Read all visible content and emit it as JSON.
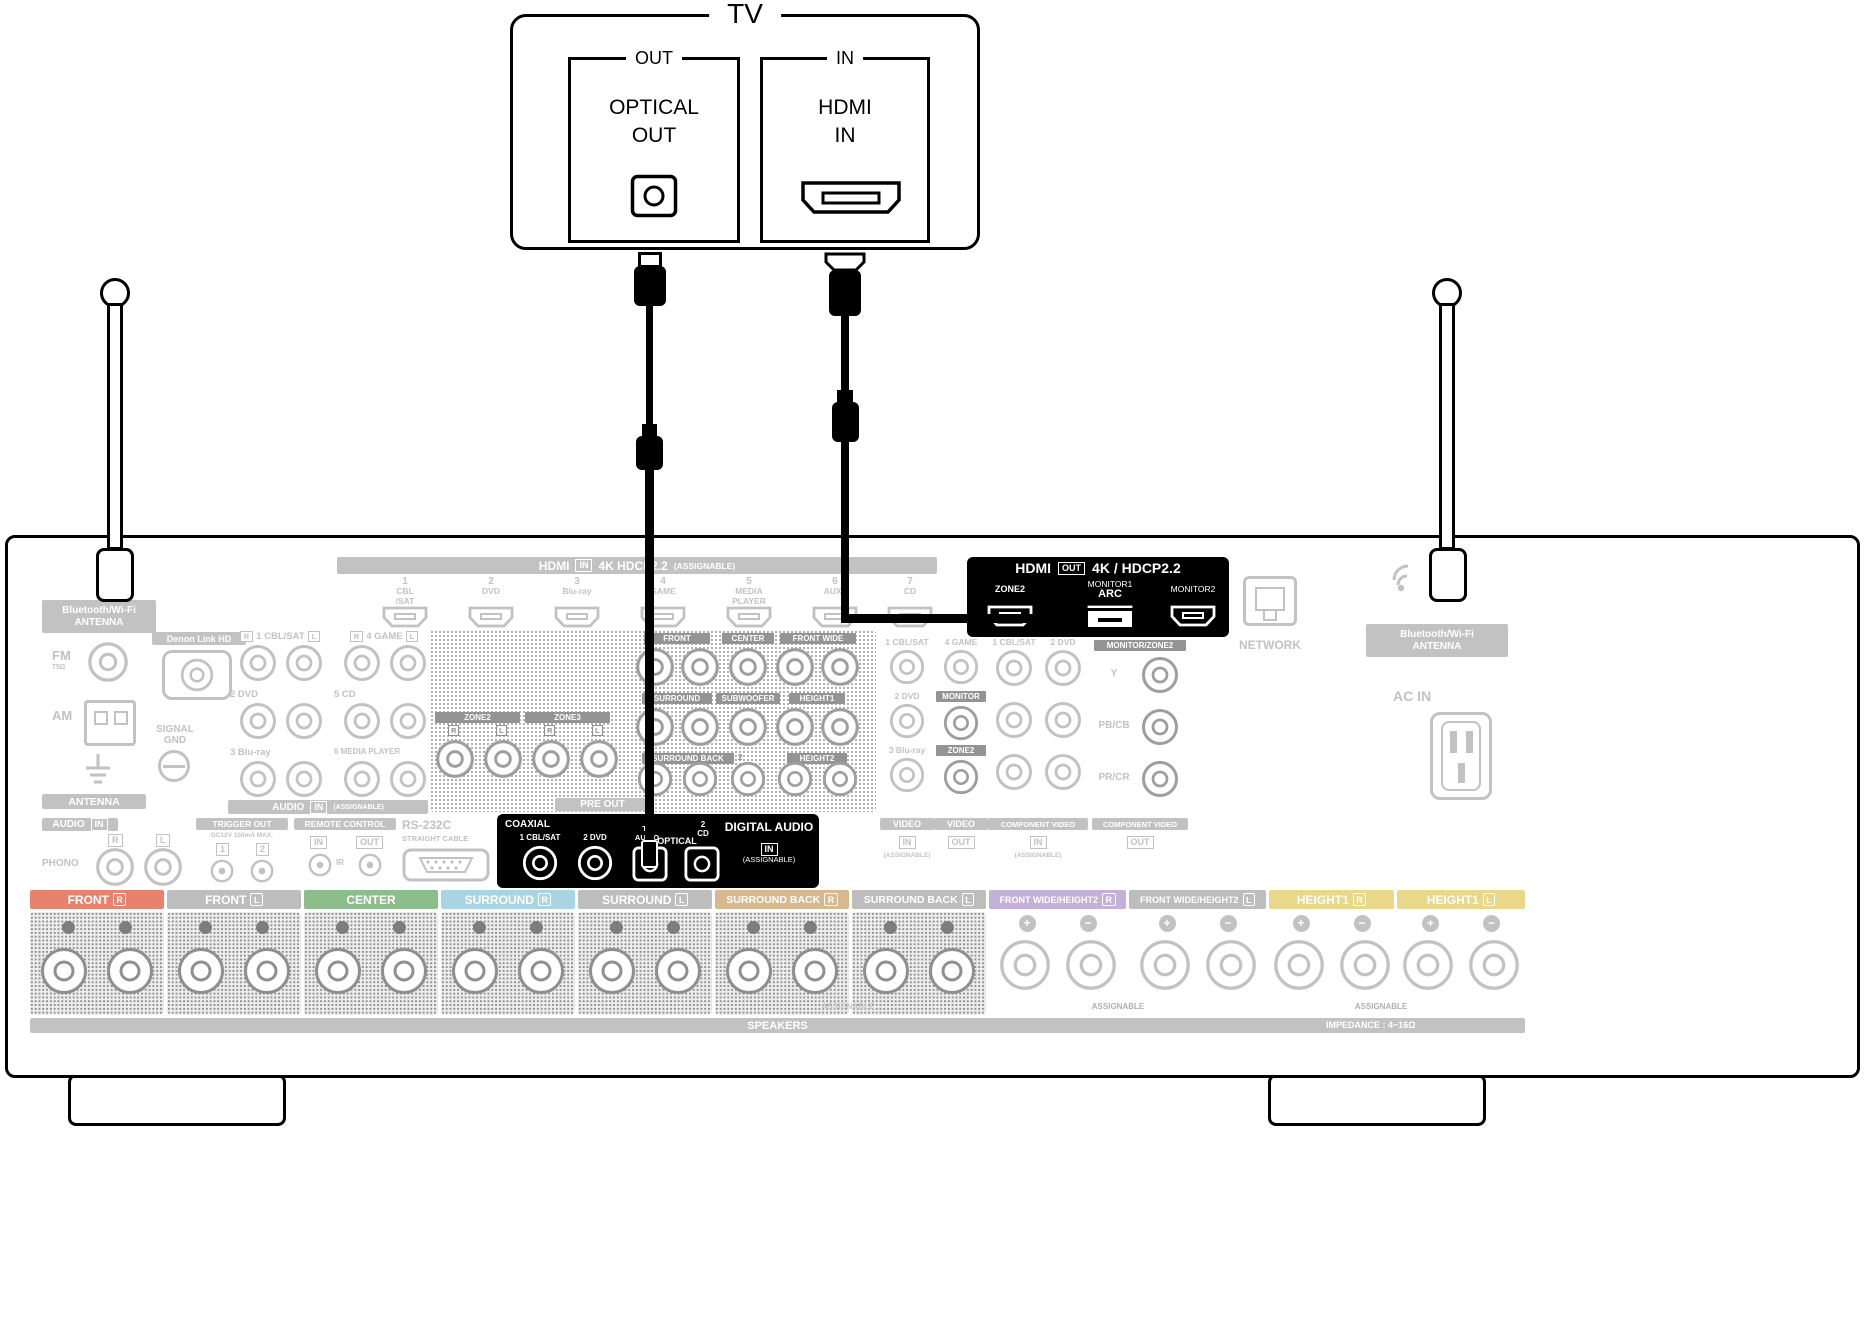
{
  "chips": {
    "r": "R",
    "l": "L",
    "in": "IN",
    "out": "OUT",
    "one": "1",
    "two": "2"
  },
  "tv": {
    "title": "TV",
    "optical": {
      "group": "OUT",
      "line1": "OPTICAL",
      "line2": "OUT"
    },
    "hdmi": {
      "group": "IN",
      "line1": "HDMI",
      "line2": "IN"
    }
  },
  "receiver": {
    "bt_left": "Bluetooth/Wi-Fi\nANTENNA",
    "bt_right": "Bluetooth/Wi-Fi\nANTENNA",
    "network": "NETWORK",
    "ac_in": "AC IN",
    "fm": "FM",
    "fm_ohm": "75Ω",
    "am": "AM",
    "signal_gnd": "SIGNAL\nGND",
    "antenna_badge": "ANTENNA",
    "denon_link": "Denon Link HD",
    "hdmi_in": {
      "title": "HDMI",
      "spec": "4K HDCP2.2",
      "assignable": "(ASSIGNABLE)",
      "ports": [
        {
          "num": "1",
          "name": "CBL\n/SAT"
        },
        {
          "num": "2",
          "name": "DVD"
        },
        {
          "num": "3",
          "name": "Blu-ray"
        },
        {
          "num": "4",
          "name": "GAME"
        },
        {
          "num": "5",
          "name": "MEDIA\nPLAYER"
        },
        {
          "num": "6",
          "name": "AUX2"
        },
        {
          "num": "7",
          "name": "CD"
        }
      ]
    },
    "hdmi_out": {
      "title": "HDMI",
      "spec": "4K / HDCP2.2",
      "zone2": "ZONE2",
      "monitor1": "MONITOR1",
      "arc": "ARC",
      "monitor2": "MONITOR2"
    },
    "audio_grid": {
      "col1": "1 CBL/SAT",
      "col2": "4 GAME",
      "r2c1": "2 DVD",
      "r2c2": "5 CD",
      "r3c1": "3 Blu-ray",
      "r3c2": "6 MEDIA PLAYER",
      "footer": "AUDIO",
      "assignable": "(ASSIGNABLE)"
    },
    "pre_out": {
      "front": "FRONT",
      "center": "CENTER",
      "front_wide": "FRONT WIDE",
      "surround": "SURROUND",
      "subwoofer": "SUBWOOFER",
      "height1": "HEIGHT1",
      "surround_back": "SURROUND BACK",
      "height2": "HEIGHT2",
      "zone2": "ZONE2",
      "zone3": "ZONE3",
      "footer": "PRE OUT"
    },
    "video": {
      "label": "VIDEO",
      "in1": "1 CBL/SAT",
      "in2": "2 DVD",
      "in3": "3 Blu-ray",
      "in4": "4 GAME",
      "monitor": "MONITOR",
      "zone2": "ZONE2",
      "assignable": "(ASSIGNABLE)"
    },
    "component": {
      "label": "COMPONENT VIDEO",
      "in1": "1 CBL/SAT",
      "in2": "2 DVD",
      "monitor_zone2": "MONITOR/ZONE2",
      "y": "Y",
      "pb": "PB/CB",
      "pr": "PR/CR",
      "assignable": "(ASSIGNABLE)"
    },
    "phono": {
      "label": "AUDIO",
      "name": "PHONO"
    },
    "trigger": {
      "title": "TRIGGER OUT",
      "spec": "DC12V 150mA MAX."
    },
    "remote": {
      "title": "REMOTE CONTROL",
      "ir": "IR"
    },
    "rs232c": {
      "title": "RS-232C",
      "sub": "STRAIGHT CABLE"
    },
    "digital_audio": {
      "coaxial": "COAXIAL",
      "coax1": "1 CBL/SAT",
      "coax2": "2 DVD",
      "opt1_name": "TV\nAUDIO",
      "optical": "OPTICAL",
      "opt2_name": "CD",
      "title": "DIGITAL AUDIO",
      "assignable": "(ASSIGNABLE)"
    },
    "speakers": {
      "plus": "+",
      "minus": "−",
      "assignable": "ASSIGNABLE",
      "footer": "SPEAKERS",
      "impedance": "IMPEDANCE : 4~16Ω",
      "labels": [
        {
          "name": "FRONT",
          "ch": "R",
          "color": "#e8826e"
        },
        {
          "name": "FRONT",
          "ch": "L",
          "color": "#bdbdbd"
        },
        {
          "name": "CENTER",
          "ch": "",
          "color": "#8cbe8c"
        },
        {
          "name": "SURROUND",
          "ch": "R",
          "color": "#a9d4e4"
        },
        {
          "name": "SURROUND",
          "ch": "L",
          "color": "#bdbdbd"
        },
        {
          "name": "SURROUND BACK",
          "ch": "R",
          "color": "#d8b88e"
        },
        {
          "name": "SURROUND BACK",
          "ch": "L",
          "color": "#bdbdbd"
        },
        {
          "name": "FRONT WIDE/HEIGHT2",
          "ch": "R",
          "color": "#c4b0d8"
        },
        {
          "name": "FRONT WIDE/HEIGHT2",
          "ch": "L",
          "color": "#bdbdbd"
        },
        {
          "name": "HEIGHT1",
          "ch": "R",
          "color": "#e9d88a"
        },
        {
          "name": "HEIGHT1",
          "ch": "L",
          "color": "#e9d88a"
        }
      ]
    }
  }
}
